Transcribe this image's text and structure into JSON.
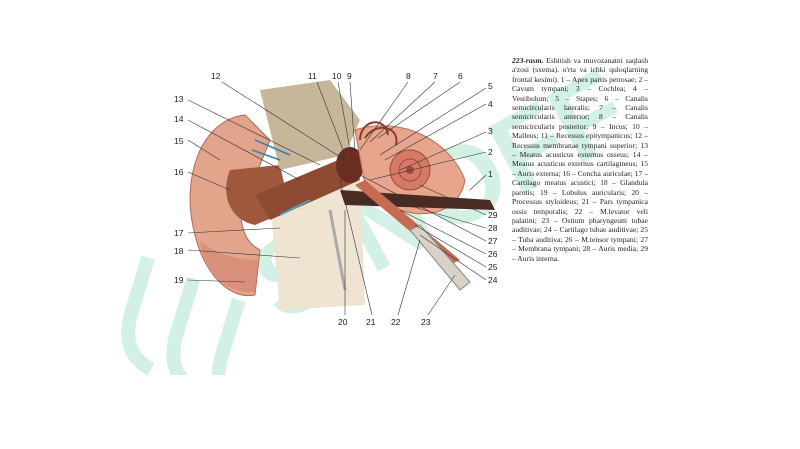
{
  "watermark": {
    "text": "SINOFF",
    "color": "#7fd9b5"
  },
  "figure": {
    "labels": [
      "1",
      "2",
      "3",
      "4",
      "5",
      "6",
      "7",
      "8",
      "9",
      "10",
      "11",
      "12",
      "13",
      "14",
      "15",
      "16",
      "17",
      "18",
      "19",
      "20",
      "21",
      "22",
      "23",
      "24",
      "25",
      "26",
      "27",
      "28",
      "29"
    ]
  },
  "caption": {
    "heading": "223-rasm.",
    "body": "Eshitish va muvozanatni saqlash a'zosi (sxema). o'rta va ichki quloqlarning frontal kesimi). 1 – Apex partis petrosae; 2 – Cavum tympani; 3 – Cochlea; 4 – Vestibulum; 5 – Stapes; 6 – Canalis semicircularis lateralis; 7 – Canalis semicircularis anterior; 8 – Canalis semicircularis posterior; 9 – Incus; 10 – Malleus; 11 – Recessus epitympanicus; 12 – Recessus membranae tympani superior; 13 – Meatus acusticus externus osseus; 14 – Meatus acusticus externus cartilagineus; 15 – Auris externa; 16 – Concha auriculae; 17 – Cartilago meatus acustici; 18 – Glandula parotis; 19 – Lobulus auricularis; 20 – Processus styloideus; 21 – Pars tympanica ossis temporalis; 22 – M.levator veli palatini; 23 – Ostium pharyngeum tubae auditivae; 24 – Cartilago tubae auditivae; 25 – Tuba auditiva; 26 – M.tensor tympani; 27 – Membrana tympani; 28 – Auris media; 29 – Auris interna."
  }
}
